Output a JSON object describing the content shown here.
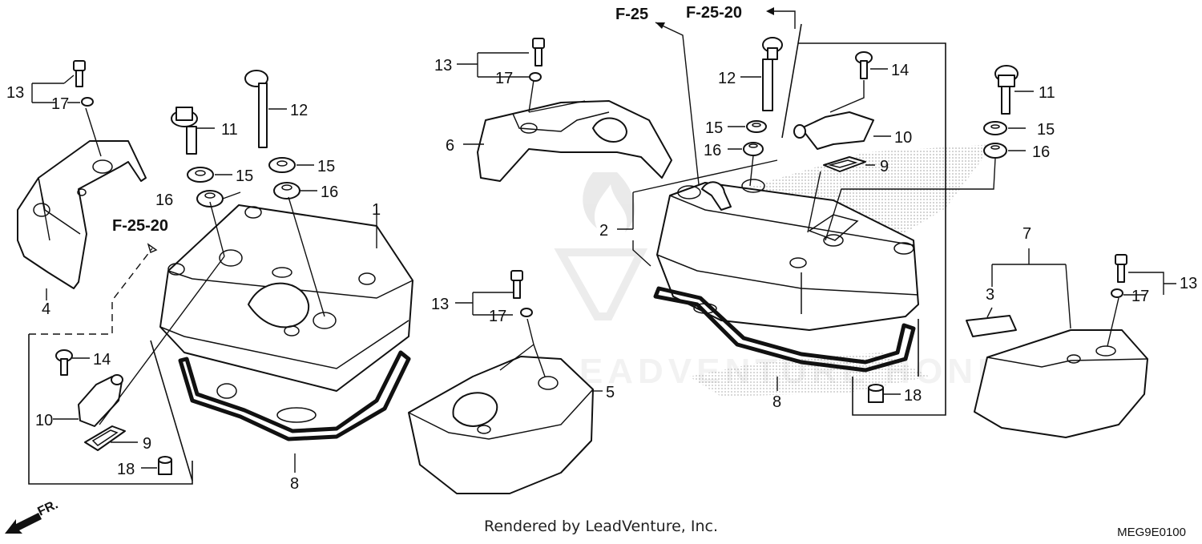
{
  "diagram": {
    "callouts": {
      "c13_left": "13",
      "c17_left": "17",
      "c11_a": "11",
      "c12_a": "12",
      "c15_a1": "15",
      "c15_a2": "15",
      "c16_a1": "16",
      "c16_a2": "16",
      "c1": "1",
      "c4": "4",
      "c14_a": "14",
      "c10_a": "10",
      "c9_a": "9",
      "c18_a": "18",
      "c8_a": "8",
      "c13_mid_top": "13",
      "c17_mid_top": "17",
      "c6": "6",
      "c13_mid": "13",
      "c17_mid": "17",
      "c5": "5",
      "c12_b": "12",
      "c14_b": "14",
      "c15_b": "15",
      "c16_b": "16",
      "c10_b": "10",
      "c9_b": "9",
      "c2": "2",
      "c8_b": "8",
      "c18_b": "18",
      "c11_b": "11",
      "c15_c": "15",
      "c16_c": "16",
      "c7": "7",
      "c3": "3",
      "c13_right": "13",
      "c17_right": "17"
    },
    "references": {
      "f25_20_left": "F-25-20",
      "f25": "F-25",
      "f25_20_top": "F-25-20"
    },
    "watermark": "LEADVENTURE HONDA"
  },
  "footer": {
    "credit": "Rendered by LeadVenture, Inc.",
    "diagram_code": "MEG9E0100",
    "front_label": "FR."
  }
}
